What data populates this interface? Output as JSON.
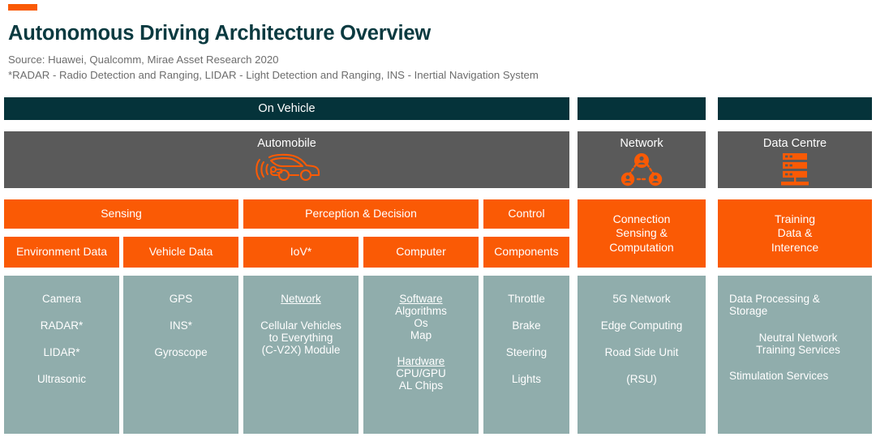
{
  "header": {
    "accent_color": "#FA5A05",
    "title": "Autonomous Driving Architecture Overview",
    "source_line": "Source:  Huawei, Qualcomm, Mirae Asset Research 2020",
    "footnote_line": "*RADAR - Radio Detection and Ranging, LIDAR - Light Detection and Ranging, INS - Inertial Navigation System"
  },
  "colors": {
    "dark_teal": "#05333A",
    "gray": "#5A5A5A",
    "orange": "#FA5A05",
    "sage": "#90ADAC",
    "title_color": "#0A3A40",
    "source_color": "#6D6D6D"
  },
  "band": {
    "on_vehicle": "On Vehicle",
    "network_blank": "",
    "data_centre_blank": ""
  },
  "platforms": [
    {
      "label": "Automobile",
      "icon": "car-radar-icon"
    },
    {
      "label": "Network",
      "icon": "network-nodes-icon"
    },
    {
      "label": "Data Centre",
      "icon": "server-stack-icon"
    }
  ],
  "layer1": [
    {
      "label": "Sensing"
    },
    {
      "label": "Perception & Decision"
    },
    {
      "label": "Control"
    }
  ],
  "layer2": [
    {
      "label": "Environment Data"
    },
    {
      "label": "Vehicle Data"
    },
    {
      "label": "IoV*"
    },
    {
      "label": "Computer"
    },
    {
      "label": "Components"
    }
  ],
  "right_blocks": [
    {
      "lines": [
        "Connection",
        "Sensing &",
        "Computation"
      ]
    },
    {
      "lines": [
        "Training",
        "Data &",
        "Interence"
      ]
    }
  ],
  "details": [
    {
      "name": "sensing-environment-details",
      "lines": [
        {
          "text": "Camera",
          "underline": false,
          "gap_after": true
        },
        {
          "text": "RADAR*",
          "underline": false,
          "gap_after": true
        },
        {
          "text": "LIDAR*",
          "underline": false,
          "gap_after": true
        },
        {
          "text": "Ultrasonic",
          "underline": false,
          "gap_after": false
        }
      ]
    },
    {
      "name": "sensing-vehicle-details",
      "lines": [
        {
          "text": "GPS",
          "underline": false,
          "gap_after": true
        },
        {
          "text": "INS*",
          "underline": false,
          "gap_after": true
        },
        {
          "text": "Gyroscope",
          "underline": false,
          "gap_after": false
        }
      ]
    },
    {
      "name": "iov-details",
      "lines": [
        {
          "text": "Network",
          "underline": true,
          "gap_after": true
        },
        {
          "text": "Cellular Vehicles",
          "underline": false,
          "gap_after": false
        },
        {
          "text": "to Everything",
          "underline": false,
          "gap_after": false
        },
        {
          "text": "(C-V2X) Module",
          "underline": false,
          "gap_after": false
        }
      ]
    },
    {
      "name": "computer-details",
      "lines": [
        {
          "text": "Software",
          "underline": true,
          "gap_after": false
        },
        {
          "text": "Algorithms",
          "underline": false,
          "gap_after": false
        },
        {
          "text": "Os",
          "underline": false,
          "gap_after": false
        },
        {
          "text": "Map",
          "underline": false,
          "gap_after": true
        },
        {
          "text": "Hardware",
          "underline": true,
          "gap_after": false
        },
        {
          "text": "CPU/GPU",
          "underline": false,
          "gap_after": false
        },
        {
          "text": "AL Chips",
          "underline": false,
          "gap_after": false
        }
      ]
    },
    {
      "name": "components-details",
      "lines": [
        {
          "text": "Throttle",
          "underline": false,
          "gap_after": true
        },
        {
          "text": "Brake",
          "underline": false,
          "gap_after": true
        },
        {
          "text": "Steering",
          "underline": false,
          "gap_after": true
        },
        {
          "text": "Lights",
          "underline": false,
          "gap_after": false
        }
      ]
    },
    {
      "name": "network-details",
      "lines": [
        {
          "text": "5G Network",
          "underline": false,
          "gap_after": true
        },
        {
          "text": "Edge Computing",
          "underline": false,
          "gap_after": true
        },
        {
          "text": "Road Side Unit",
          "underline": false,
          "gap_after": true
        },
        {
          "text": "(RSU)",
          "underline": false,
          "gap_after": false
        }
      ]
    },
    {
      "name": "data-centre-details",
      "lines": [
        {
          "text": "Data Processing &",
          "underline": false,
          "gap_after": false
        },
        {
          "text": "Storage",
          "underline": false,
          "gap_after": true
        },
        {
          "text": "Neutral Network",
          "underline": false,
          "gap_after": false
        },
        {
          "text": "Training Services",
          "underline": false,
          "gap_after": true
        },
        {
          "text": "Stimulation Services",
          "underline": false,
          "gap_after": false
        }
      ]
    }
  ]
}
